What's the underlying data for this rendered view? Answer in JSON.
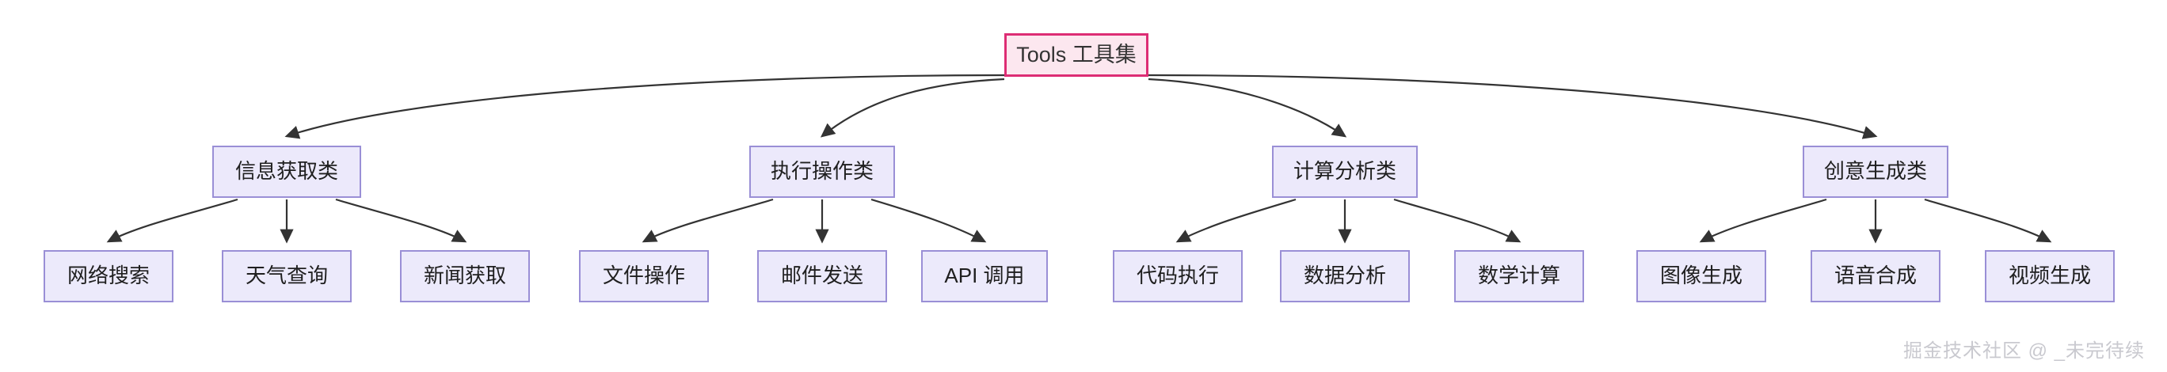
{
  "diagram": {
    "type": "flowchart-tree",
    "direction": "top-down",
    "colors": {
      "root_fill": "#fce7ef",
      "root_border": "#dd2d74",
      "node_fill": "#ece9fb",
      "node_border": "#9a8fd6",
      "edge_stroke": "#333333",
      "text": "#1f1f1f",
      "watermark": "#c9c9cf"
    },
    "root": {
      "label": "Tools 工具集"
    },
    "categories": [
      {
        "label": "信息获取类",
        "children": [
          {
            "label": "网络搜索"
          },
          {
            "label": "天气查询"
          },
          {
            "label": "新闻获取"
          }
        ]
      },
      {
        "label": "执行操作类",
        "children": [
          {
            "label": "文件操作"
          },
          {
            "label": "邮件发送"
          },
          {
            "label": "API 调用"
          }
        ]
      },
      {
        "label": "计算分析类",
        "children": [
          {
            "label": "代码执行"
          },
          {
            "label": "数据分析"
          },
          {
            "label": "数学计算"
          }
        ]
      },
      {
        "label": "创意生成类",
        "children": [
          {
            "label": "图像生成"
          },
          {
            "label": "语音合成"
          },
          {
            "label": "视频生成"
          }
        ]
      }
    ]
  },
  "watermark": {
    "text": "掘金技术社区 @ _未完待续"
  }
}
